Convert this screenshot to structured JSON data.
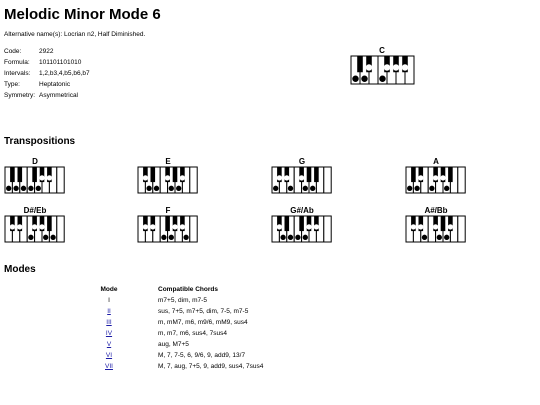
{
  "page": {
    "title": "Melodic Minor Mode 6",
    "alt_names": "Alternative name(s): Locrian n2, Half Diminished.",
    "info": [
      {
        "key": "Code:",
        "value": "2922"
      },
      {
        "key": "Formula:",
        "value": "101101101010"
      },
      {
        "key": "Intervals:",
        "value": "1,2,b3,4,b5,b6,b7"
      },
      {
        "key": "Type:",
        "value": "Heptatonic"
      },
      {
        "key": "Symmetry:",
        "value": "Asymmetrical"
      }
    ],
    "transpositions_heading": "Transpositions",
    "modes_heading": "Modes"
  },
  "main_keyboard": {
    "label": "C",
    "dots": [
      0,
      2,
      3,
      5,
      6,
      8,
      10
    ]
  },
  "transpositions": [
    {
      "label": "D",
      "dots": [
        0,
        2,
        4,
        5,
        7,
        8,
        10
      ]
    },
    {
      "label": "E",
      "dots": [
        1,
        2,
        4,
        6,
        7,
        9,
        10
      ]
    },
    {
      "label": "G",
      "dots": [
        0,
        1,
        3,
        4,
        6,
        7,
        9
      ]
    },
    {
      "label": "A",
      "dots": [
        0,
        2,
        3,
        5,
        6,
        8,
        9
      ]
    },
    {
      "label": "D#/Eb",
      "dots": [
        1,
        3,
        5,
        6,
        8,
        9,
        11
      ]
    },
    {
      "label": "F",
      "dots": [
        1,
        3,
        5,
        7,
        8,
        10,
        11
      ]
    },
    {
      "label": "G#/Ab",
      "dots": [
        1,
        2,
        4,
        5,
        7,
        8,
        10
      ]
    },
    {
      "label": "A#/Bb",
      "dots": [
        1,
        3,
        4,
        6,
        7,
        9,
        10
      ]
    }
  ],
  "modes_table": {
    "headers": {
      "mode": "Mode",
      "chords": "Compatible Chords"
    },
    "rows": [
      {
        "mode": "I",
        "link": false,
        "chords": "m7+5, dim, m7-5"
      },
      {
        "mode": "II",
        "link": true,
        "chords": "sus, 7+5, m7+5, dim, 7-5, m7-5"
      },
      {
        "mode": "III",
        "link": true,
        "chords": "m, mM7, m6, m9/6, mM9, sus4"
      },
      {
        "mode": "IV",
        "link": true,
        "chords": "m, m7, m6, sus4, 7sus4"
      },
      {
        "mode": "V",
        "link": true,
        "chords": "aug, M7+5"
      },
      {
        "mode": "VI",
        "link": true,
        "chords": "M, 7, 7-5, 6, 9/6, 9, add9, 13/7"
      },
      {
        "mode": "VII",
        "link": true,
        "chords": "M, 7, aug, 7+5, 9, add9, sus4, 7sus4"
      }
    ]
  }
}
